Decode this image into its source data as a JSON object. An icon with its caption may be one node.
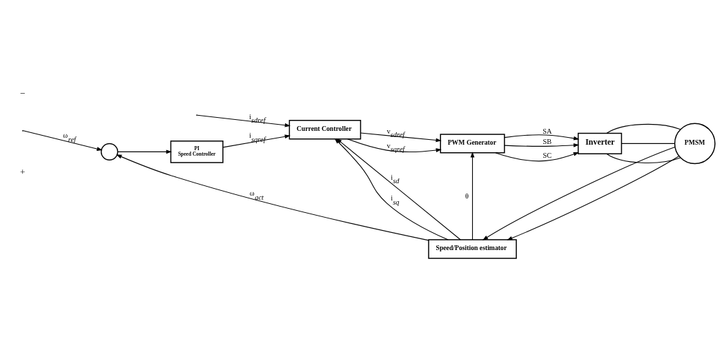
{
  "diagram": {
    "nodes": [
      {
        "text": [],
        "shape": "circle"
      },
      {
        "text": [
          "PI",
          "Speed Controller"
        ]
      },
      {
        "text": [
          "Current Controller"
        ]
      },
      {
        "text": [
          "PWM Generator"
        ]
      },
      {
        "text": [
          "Inverter"
        ]
      },
      {
        "text": [
          "Speed/Position estimator"
        ]
      },
      {
        "text": [
          "PMSM"
        ]
      }
    ],
    "edges": [
      {
        "from": null,
        "to": 0,
        "arrow": "to",
        "label": "ω$_{ref}$"
      },
      {
        "from": 0,
        "to": 1,
        "arrow": "to"
      },
      {
        "from": null,
        "to": 2,
        "arrow": "to",
        "label": "i$_{sdref}$"
      },
      {
        "from": 1,
        "to": 2,
        "arrow": "to",
        "label": "i$_{sqref}$"
      },
      {
        "from": 2,
        "to": 3,
        "arrow": "to",
        "label": "v$_{sdref}$"
      },
      {
        "from": 2,
        "to": 3,
        "arrow": "to",
        "label": "v$_{sqref}$"
      },
      {
        "from": 3,
        "to": 4,
        "arrow": "to",
        "label": "SA"
      },
      {
        "from": 3,
        "to": 4,
        "arrow": "to",
        "label": "SB"
      },
      {
        "from": 3,
        "to": 4,
        "arrow": "to",
        "label": "SC"
      },
      {
        "from": 5,
        "to": 3,
        "arrow": "to",
        "label": "θ"
      },
      {
        "from": 5,
        "to": 2,
        "arrow": "to",
        "label": "i$_{sd}$"
      },
      {
        "from": 5,
        "to": 2,
        "arrow": "to",
        "label": "i$_{sq}$"
      },
      {
        "from": 5,
        "to": 0,
        "arrow": "to",
        "label": "ω$_{act}$"
      },
      {
        "from": 4,
        "to": 6,
        "arrow": "none"
      },
      {
        "from": 4,
        "to": 6,
        "arrow": "none"
      },
      {
        "from": 4,
        "to": 6,
        "arrow": "none"
      },
      {
        "from": 6,
        "to": 5,
        "arrow": "to"
      },
      {
        "from": 6,
        "to": 5,
        "arrow": "to"
      }
    ],
    "labels": [
      "+",
      "−"
    ]
  }
}
